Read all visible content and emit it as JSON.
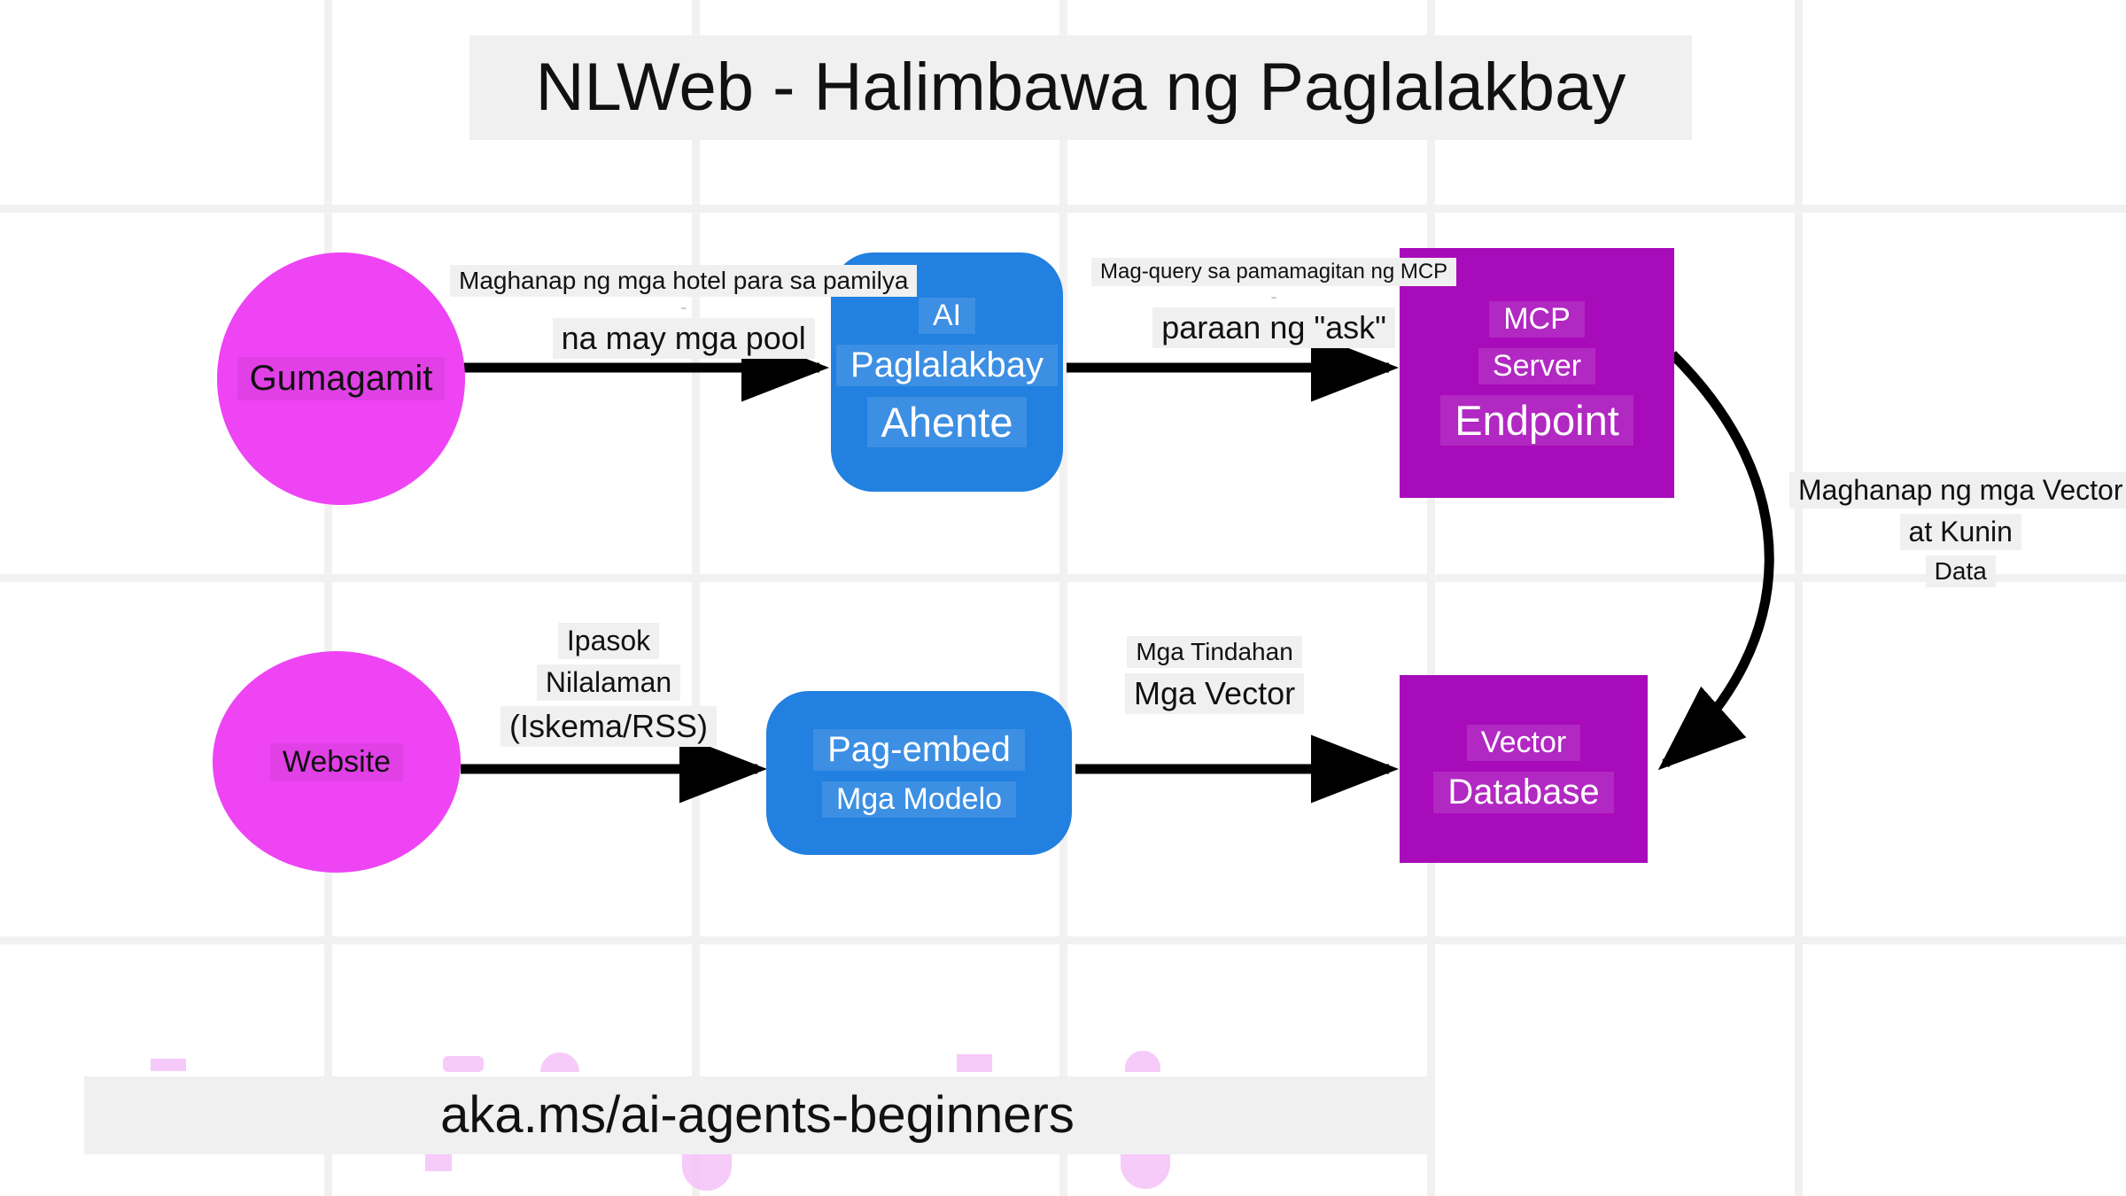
{
  "title": "NLWeb - Halimbawa ng Paglalakbay",
  "footer": "aka.ms/ai-agents-beginners",
  "colors": {
    "actor": "#ee44f4",
    "process": "#2180e0",
    "store": "#a80bba",
    "label_bg": "#f0f0f0",
    "grid": "#f1f1f1",
    "edge": "#000000"
  },
  "nodes": [
    {
      "id": "user",
      "shape": "circle",
      "lines": [
        "Gumagamit"
      ]
    },
    {
      "id": "agent",
      "shape": "rounded",
      "lines": [
        "AI",
        "Paglalakbay",
        "Ahente"
      ]
    },
    {
      "id": "mcp",
      "shape": "rect",
      "lines": [
        "MCP",
        "Server",
        "Endpoint"
      ]
    },
    {
      "id": "website",
      "shape": "circle",
      "lines": [
        "Website"
      ]
    },
    {
      "id": "embed",
      "shape": "rounded",
      "lines": [
        "Pag-embed",
        "Mga Modelo"
      ]
    },
    {
      "id": "vectordb",
      "shape": "rect",
      "lines": [
        "Vector",
        "Database"
      ]
    }
  ],
  "edges": [
    {
      "id": "user-agent",
      "from": "user",
      "to": "agent",
      "lines": [
        "Maghanap ng mga hotel para sa pamilya",
        "-",
        "na may mga pool"
      ]
    },
    {
      "id": "agent-mcp",
      "from": "agent",
      "to": "mcp",
      "lines": [
        "Mag-query sa pamamagitan ng MCP",
        "-",
        "paraan ng \"ask\""
      ]
    },
    {
      "id": "mcp-vectordb",
      "from": "mcp",
      "to": "vectordb",
      "lines": [
        "Maghanap ng mga Vector",
        "at Kunin",
        "Data"
      ]
    },
    {
      "id": "website-embed",
      "from": "website",
      "to": "embed",
      "lines": [
        "Ipasok",
        "Nilalaman",
        "(Iskema/RSS)"
      ]
    },
    {
      "id": "embed-vectordb",
      "from": "embed",
      "to": "vectordb",
      "lines": [
        "Mga Tindahan",
        "Mga Vector"
      ]
    }
  ]
}
